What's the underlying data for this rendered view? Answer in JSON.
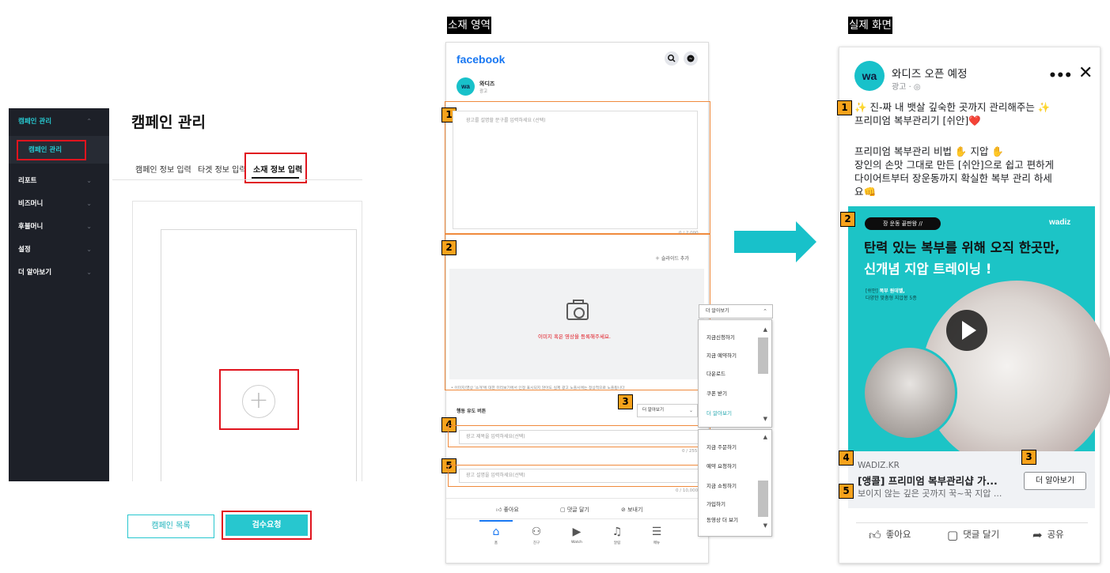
{
  "campaign_manager": {
    "sidebar": {
      "items": [
        {
          "label": "캠페인 관리",
          "active": true
        },
        {
          "label": "리포트"
        },
        {
          "label": "비즈머니"
        },
        {
          "label": "후불머니"
        },
        {
          "label": "설정"
        },
        {
          "label": "더 알아보기"
        }
      ],
      "sub_item": "캠페인 관리"
    },
    "title": "캠페인 관리",
    "tabs": [
      "캠페인 정보 입력",
      "타겟 정보 입력",
      "소재 정보 입력"
    ],
    "active_tab": "소재 정보 입력",
    "buttons": {
      "list": "캠페인 목록",
      "review": "검수요청"
    },
    "plus": "+"
  },
  "creative_area": {
    "header": "소재 영역",
    "logo": "facebook",
    "page_name": "와디즈",
    "page_sub": "광고",
    "avatar_text": "wa",
    "text_placeholder": "광고를 설명할 문구를 입력하세요 (선택)",
    "text_count": "0 / 2,000",
    "slide_add": "＋ 슬라이드 추가",
    "upload_message": "이미지 혹은 영상을 등록해주세요.",
    "notice": "• 이미지/영상 '소개'에 대한 미리보기에서 인정 표시되지 않아도 실제 광고 노출시에는 정상적으로 노출됩니다",
    "cta_label": "행동 유도 버튼",
    "cta_value": "더 알아보기",
    "headline_placeholder": "광고 제목을 입력하세요(선택)",
    "headline_count": "0 / 255",
    "desc_placeholder": "광고 설명을 입력하세요(선택)",
    "desc_count": "0 / 10,000",
    "reactions": [
      "좋아요",
      "댓글 달기",
      "보내기"
    ],
    "nav": [
      "홈",
      "친구",
      "Watch",
      "알림",
      "메뉴"
    ],
    "badges": [
      "1",
      "2",
      "3",
      "4",
      "5"
    ]
  },
  "dropdown": {
    "selected": "더 알아보기",
    "list1": [
      "지금신청하기",
      "지금 예약하기",
      "다운로드",
      "쿠폰 받기",
      "더 알아보기"
    ],
    "list2": [
      "지금 주문하기",
      "예약 요청하기",
      "지금 쇼핑하기",
      "가입하기",
      "동영상 더 보기"
    ],
    "highlight": "더 알아보기"
  },
  "actual_screen": {
    "header": "실제 화면",
    "avatar_text": "wa",
    "page_name": "와디즈 오픈 예정",
    "page_sub": "광고 · ◎",
    "more": "•••",
    "close": "✕",
    "body_lines": [
      "✨ 진-짜 내 뱃살 깊숙한 곳까지 관리해주는 ✨",
      "프리미엄 복부관리기 [쉬안]❤️",
      "",
      "프리미엄 복부관리 비법 ✋ 지압 ✋",
      "장인의 손맛 그대로 만든 [쉬안]으로 쉽고 편하게",
      "다이어트부터 장운동까지 확실한 복부 관리 하세",
      "요👊"
    ],
    "image": {
      "pill": "장 운동 끝판왕 //",
      "brand": "wadiz",
      "headline1": "탄력 있는 복부를 위해 오직 한곳만,",
      "headline2": "신개념 지압 트레이닝 !",
      "small_prefix": "[쉬안]",
      "small_bold": "복부 원데벨,",
      "small2": "다양한 맞춤형 지압봉 5종"
    },
    "domain": "WADIZ.KR",
    "headline": "[앵콜] 프리미엄 복부관리샵 가...",
    "description": "보이지 않는 깊은 곳까지 꾹~꾹 지압 ...",
    "cta": "더 알아보기",
    "reactions": [
      "좋아요",
      "댓글 달기",
      "공유"
    ],
    "badges": [
      "1",
      "2",
      "3",
      "4",
      "5"
    ]
  },
  "colors": {
    "accent": "#27c7cf",
    "highlight_red": "#e0141e",
    "badge_orange": "#f7a21b",
    "fb_blue": "#1877f2"
  }
}
